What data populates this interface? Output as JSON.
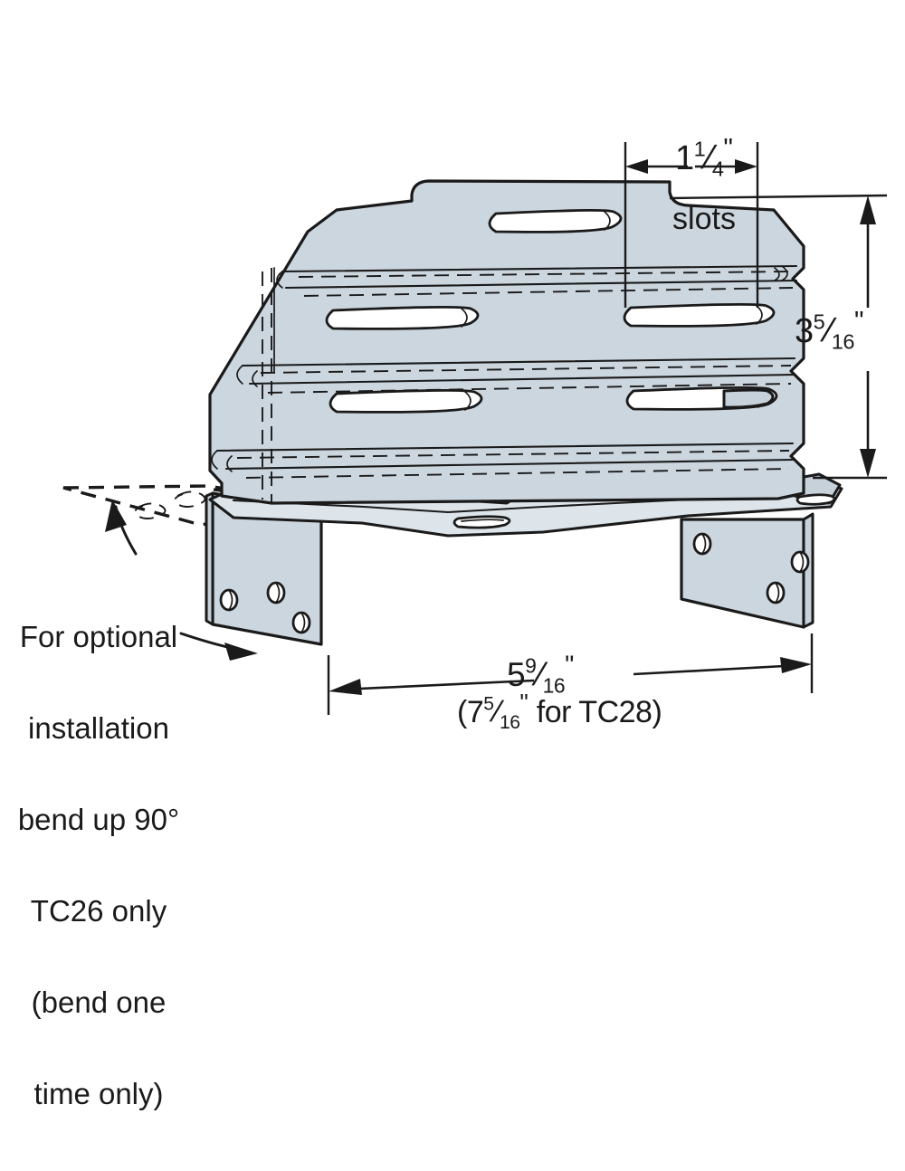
{
  "figure": {
    "title": "TC26 / TC28 truss clip bracket dimensioned drawing",
    "part_numbers": [
      "TC26",
      "TC28"
    ],
    "metal_fill": "#ccd6de",
    "metal_shade": "#bfcbd5",
    "metal_light": "#e2e9ef",
    "line_color": "#1a1a1a",
    "background": "#ffffff"
  },
  "dimensions": {
    "slots": {
      "value_whole": "1",
      "value_num": "1",
      "value_den": "4",
      "unit": "\"",
      "label": "slots",
      "full_text": "1 1/4\" slots"
    },
    "height": {
      "value_whole": "3",
      "value_num": "5",
      "value_den": "16",
      "unit": "\"",
      "full_text": "3 5/16\""
    },
    "width": {
      "value_whole": "5",
      "value_num": "9",
      "value_den": "16",
      "unit": "\"",
      "full_text": "5 9/16\""
    },
    "width_alt": {
      "open_paren": "(",
      "value_whole": "7",
      "value_num": "5",
      "value_den": "16",
      "unit": "\"",
      "suffix": " for TC28)",
      "full_text": "(7 5/16\" for TC28)"
    }
  },
  "note": {
    "lines": [
      "For optional",
      "installation",
      "bend up 90°",
      "TC26 only",
      "(bend one",
      "time only)"
    ],
    "full_text": "For optional installation bend up 90° TC26 only (bend one time only)"
  }
}
